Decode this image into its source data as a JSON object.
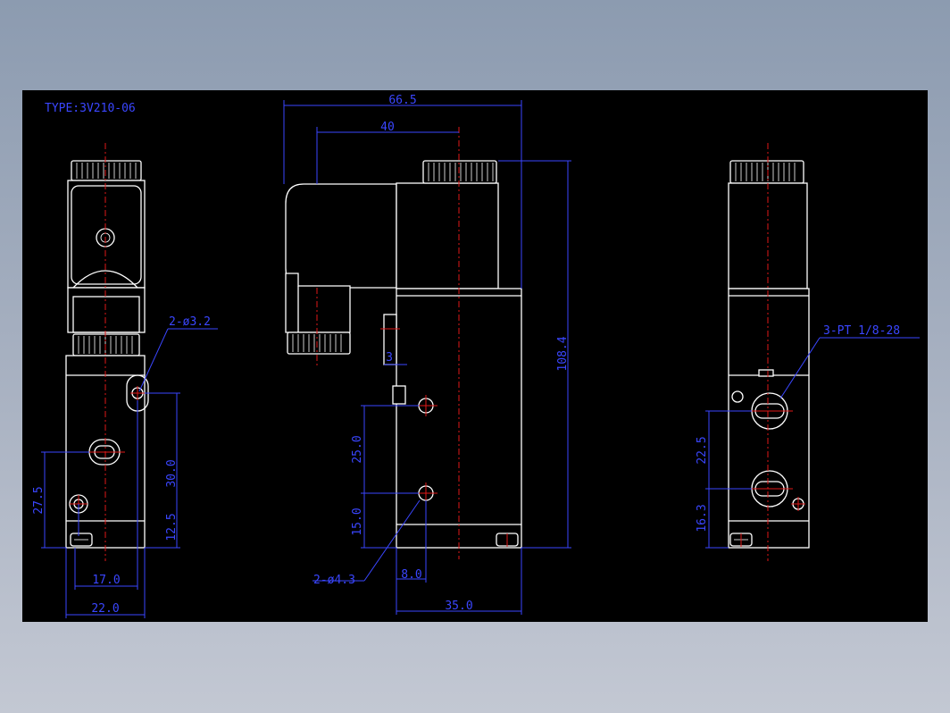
{
  "drawing": {
    "title": "TYPE:3V210-06",
    "colors": {
      "background": "#000000",
      "outline": "#ffffff",
      "centerline": "#e01818",
      "dimension": "#3a46ff",
      "workspace_gradient_top": "#8c9bb0",
      "workspace_gradient_bottom": "#c3c8d3"
    },
    "left_view": {
      "hole_callout": "2-ø3.2",
      "dim_30": "30.0",
      "dim_27_5": "27.5",
      "dim_12_5": "12.5",
      "dim_17": "17.0",
      "dim_22": "22.0"
    },
    "front_view": {
      "dim_66_5": "66.5",
      "dim_40": "40",
      "dim_108_4": "108.4",
      "dim_3": "3",
      "dim_25": "25.0",
      "dim_15": "15.0",
      "hole_callout": "2-ø4.3",
      "dim_8": "8.0",
      "dim_35": "35.0"
    },
    "right_view": {
      "port_callout": "3-PT 1/8-28",
      "dim_22_5": "22.5",
      "dim_16_3": "16.3"
    }
  }
}
